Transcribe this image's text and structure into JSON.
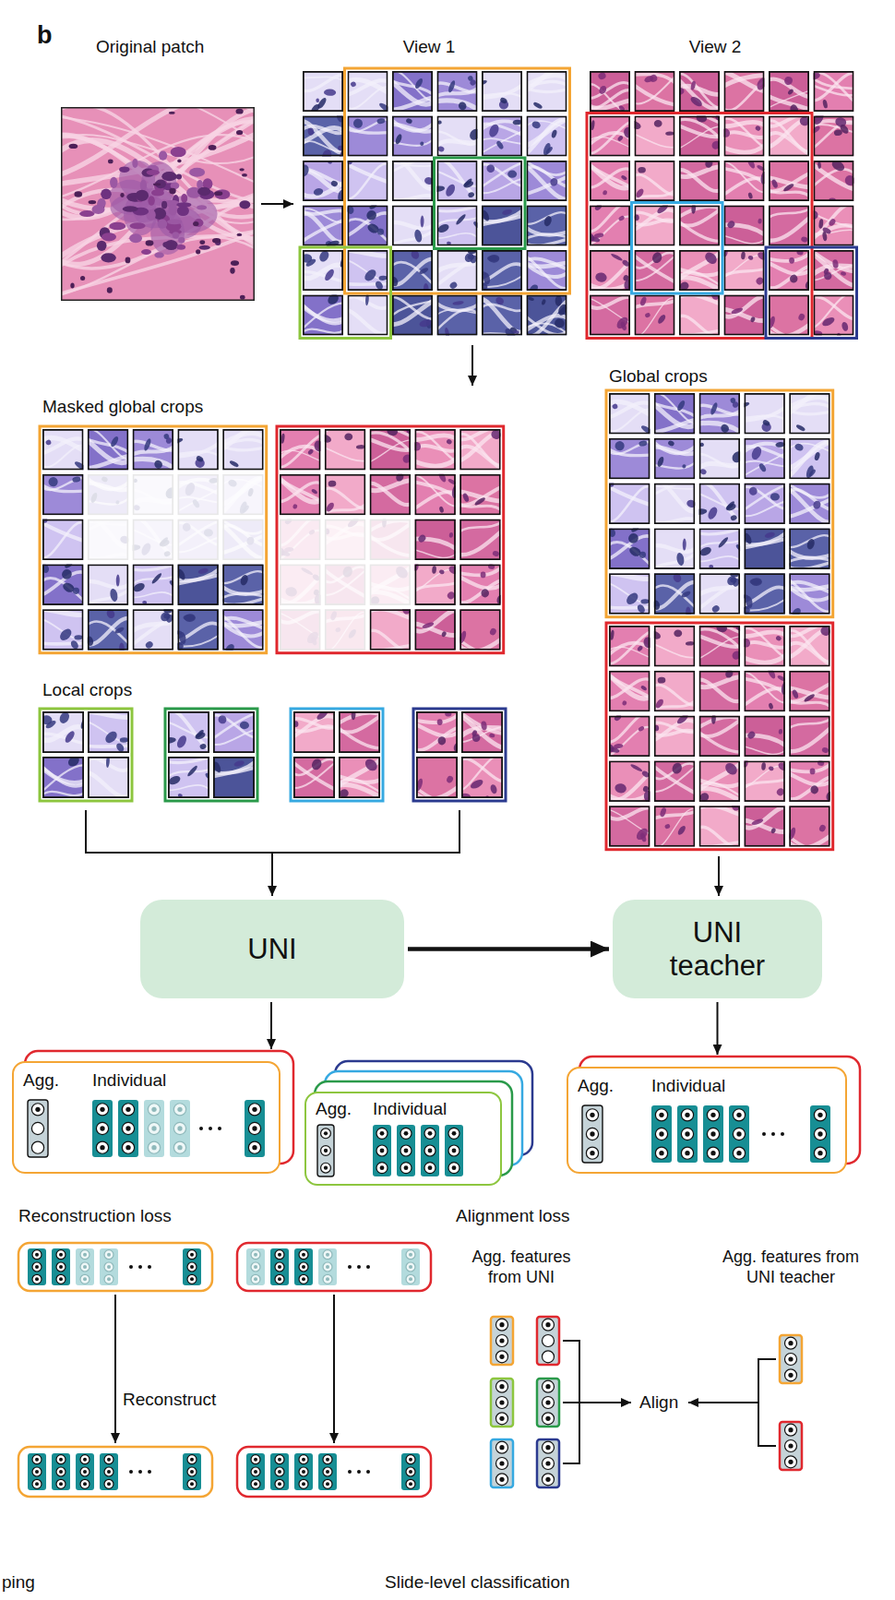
{
  "diagram": {
    "nodes": [
      {
        "text": [
          "UNI"
        ]
      },
      {
        "text": [
          "UNI teacher"
        ]
      },
      {
        "text": [
          "Agg.",
          "Individual"
        ]
      },
      {
        "text": [
          "Agg.",
          "Individual"
        ]
      },
      {
        "text": [
          "Agg.",
          "Individual"
        ]
      }
    ],
    "edges": [
      {
        "from": 0,
        "to": 1,
        "arrow": "to"
      },
      {
        "from": 0,
        "to": 2,
        "arrow": "to"
      },
      {
        "from": 1,
        "to": 4,
        "arrow": "to"
      }
    ],
    "labels": [
      "b",
      "Original patch",
      "View 1",
      "View 2",
      "Masked global crops",
      "Global crops",
      "Local crops",
      "Reconstruction loss",
      "Alignment loss",
      "Reconstruct",
      "Agg. features from UNI",
      "Agg. features from UNI teacher",
      "Align",
      "ping",
      "Slide-level classification"
    ]
  }
}
